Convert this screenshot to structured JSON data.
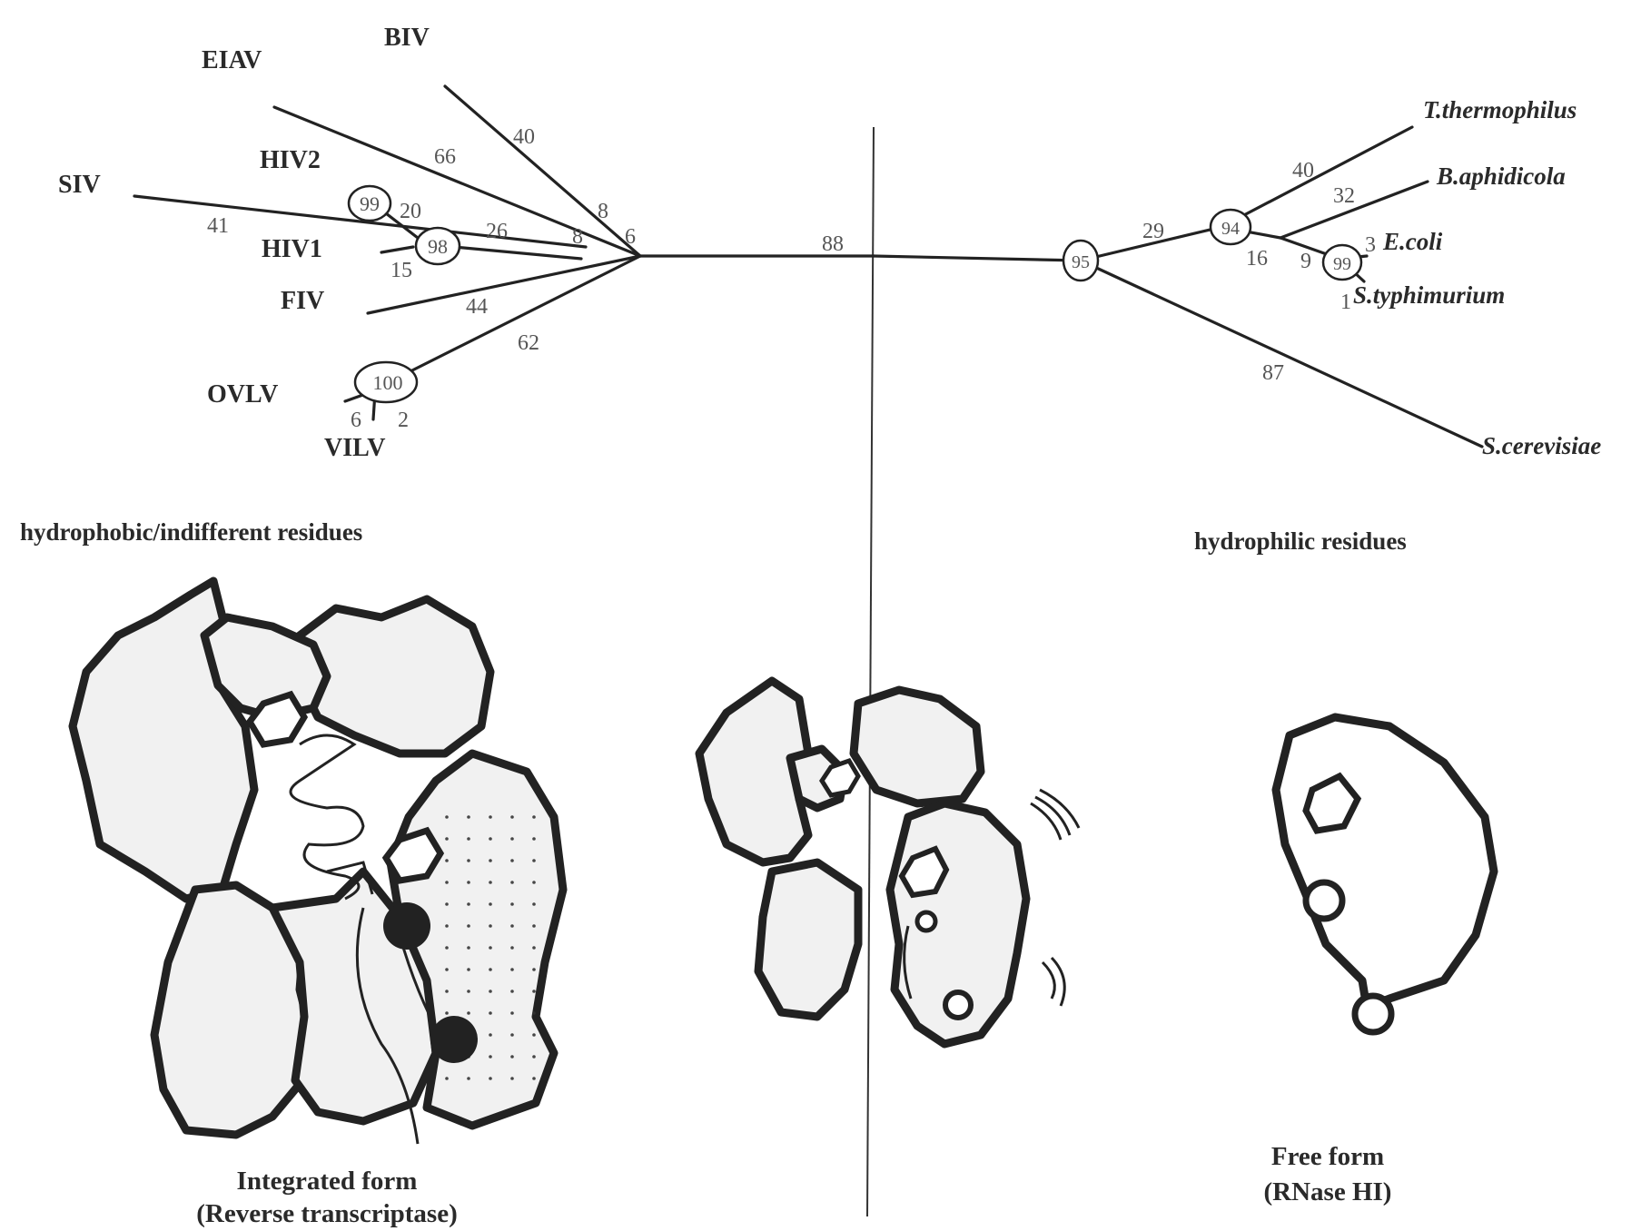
{
  "tree": {
    "taxa_left": {
      "eiav": "EIAV",
      "biv": "BIV",
      "hiv2": "HIV2",
      "siv": "SIV",
      "hiv1": "HIV1",
      "fiv": "FIV",
      "ovlv": "OVLV",
      "vilv": "VILV"
    },
    "taxa_right": {
      "tth": "T.thermophilus",
      "bap": "B.aphidicola",
      "eco": "E.coli",
      "sty": "S.typhimurium",
      "sce": "S.cerevisiae"
    },
    "branch_lengths": {
      "b40": "40",
      "b66": "66",
      "b20": "20",
      "b26": "26",
      "b41": "41",
      "b15": "15",
      "b44": "44",
      "b62": "62",
      "b8a": "8",
      "b8b": "8",
      "b6": "6",
      "b6v": "6",
      "b2v": "2",
      "b88": "88",
      "b29": "29",
      "b40r": "40",
      "b32": "32",
      "b3": "3",
      "b16": "16",
      "b9": "9",
      "b1": "1",
      "b87": "87"
    },
    "bootstrap": {
      "n99": "99",
      "n98": "98",
      "n100": "100",
      "n95": "95",
      "n94": "94",
      "n99r": "99"
    }
  },
  "annotations": {
    "left_residues": "hydrophobic/indifferent residues",
    "right_residues": "hydrophilic residues"
  },
  "captions": {
    "integrated_line1": "Integrated form",
    "integrated_line2": "(Reverse transcriptase)",
    "free_line1": "Free form",
    "free_line2": "(RNase HI)"
  }
}
